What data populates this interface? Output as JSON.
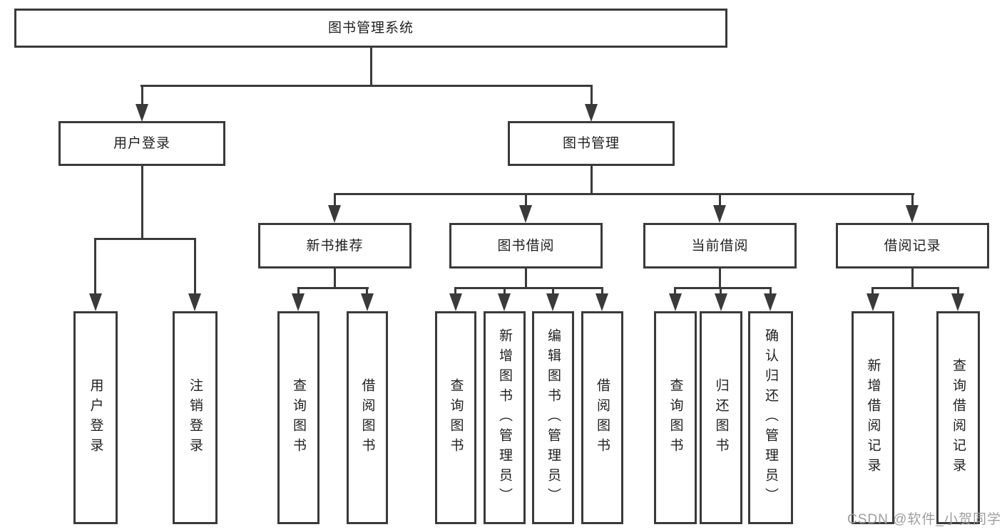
{
  "diagram": {
    "root": {
      "label": "图书管理系统"
    },
    "branches": {
      "user_login": {
        "label": "用户登录",
        "children": {
          "login": "用户登录",
          "logout": "注销登录"
        }
      },
      "book_management": {
        "label": "图书管理",
        "sections": {
          "new_book_recommend": {
            "label": "新书推荐",
            "children": {
              "query_books": "查询图书",
              "borrow_books": "借阅图书"
            }
          },
          "book_borrow": {
            "label": "图书借阅",
            "children": {
              "query_books": "查询图书",
              "add_books": "新增图书（管理员）",
              "edit_books": "编辑图书（管理员）",
              "borrow_books": "借阅图书"
            }
          },
          "current_borrow": {
            "label": "当前借阅",
            "children": {
              "query_books": "查询图书",
              "return_books": "归还图书",
              "confirm_return": "确认归还（管理员）"
            }
          },
          "borrow_records": {
            "label": "借阅记录",
            "children": {
              "add_record": "新增借阅记录",
              "query_record": "查询借阅记录"
            }
          }
        }
      }
    },
    "colors": {
      "line": "#3a3a3a",
      "text": "#1f1f1f",
      "background": "#ffffff",
      "watermark": "#9e9e9e"
    }
  },
  "watermark": {
    "text": "CSDN @软件_小贺同学"
  }
}
